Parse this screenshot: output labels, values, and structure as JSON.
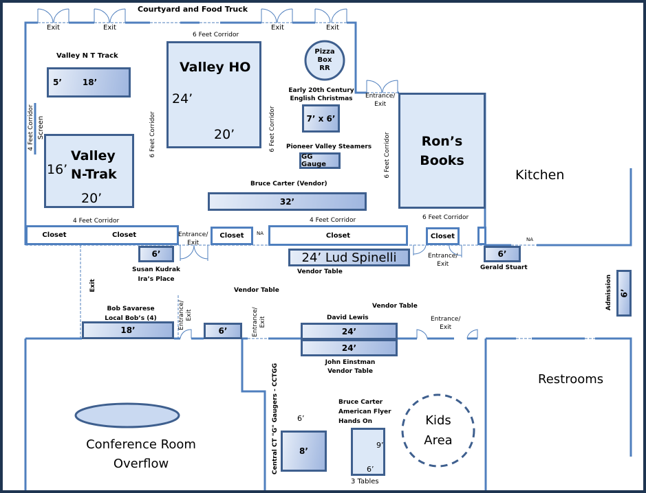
{
  "colors": {
    "frame": "#1f3551",
    "wall": "#4f7fbe",
    "table_border": "#3e5f8e",
    "layout_fill": "#dce8f7"
  },
  "top": {
    "courtyard": "Courtyard and Food Truck",
    "exit": "Exit"
  },
  "corridors": {
    "six": "6 Feet Corridor",
    "four": "4 Feet Corridor"
  },
  "screen": "Screen",
  "layouts": {
    "valley_nt_track": {
      "label": "Valley N T Track",
      "width": "5’",
      "length": "18’"
    },
    "valley_ho": {
      "title": "Valley HO",
      "width": "24’",
      "length": "20’"
    },
    "pizza": {
      "line1": "Pizza",
      "line2": "Box",
      "line3": "RR"
    },
    "christmas": {
      "line1": "Early 20th Century",
      "line2": "English Christmas",
      "size": "7’ x 6’"
    },
    "pioneer": {
      "label": "Pioneer Valley Steamers",
      "size": "GG Gauge"
    },
    "valley_ntrak": {
      "line1": "Valley",
      "line2": "N-Trak",
      "width": "16’",
      "length": "20’"
    },
    "bruce_vendor": {
      "label": "Bruce Carter (Vendor)",
      "size": "32’"
    },
    "rons_books": {
      "line1": "Ron’s",
      "line2": "Books"
    },
    "cctgg": {
      "label": "Central CT \"G\" Gaugers - CCTGG",
      "top": "6’",
      "size": "8’"
    },
    "american_flyer": {
      "line1": "Bruce Carter",
      "line2": "American Flyer",
      "line3": "Hands On",
      "w": "9’",
      "l": "6’",
      "note": "3 Tables"
    }
  },
  "rooms": {
    "kitchen": "Kitchen",
    "restrooms": "Restrooms",
    "conference_1": "Conference Room",
    "conference_2": "Overflow",
    "kids_1": "Kids",
    "kids_2": "Area"
  },
  "closet": "Closet",
  "na": "NA",
  "entrance": {
    "line1": "Entrance/",
    "line2": "Exit"
  },
  "vendors": {
    "susan": {
      "size": "6’",
      "line1": "Susan Kudrak",
      "line2": "Ira’s Place"
    },
    "lud": {
      "size": "24’ Lud Spinelli",
      "label": "Vendor Table"
    },
    "gerald": {
      "size": "6’",
      "label": "Gerald Stuart"
    },
    "admission": {
      "label": "Admission",
      "size": "6’"
    },
    "bob": {
      "line1": "Bob Savarese",
      "line2": "Local Bob’s (4)",
      "size": "18’"
    },
    "small": {
      "size": "6’"
    },
    "vendor_table": "Vendor Table",
    "david": {
      "label": "David Lewis",
      "size": "24’"
    },
    "john": {
      "size": "24’",
      "line1": "John Einstman",
      "line2": "Vendor Table"
    }
  }
}
